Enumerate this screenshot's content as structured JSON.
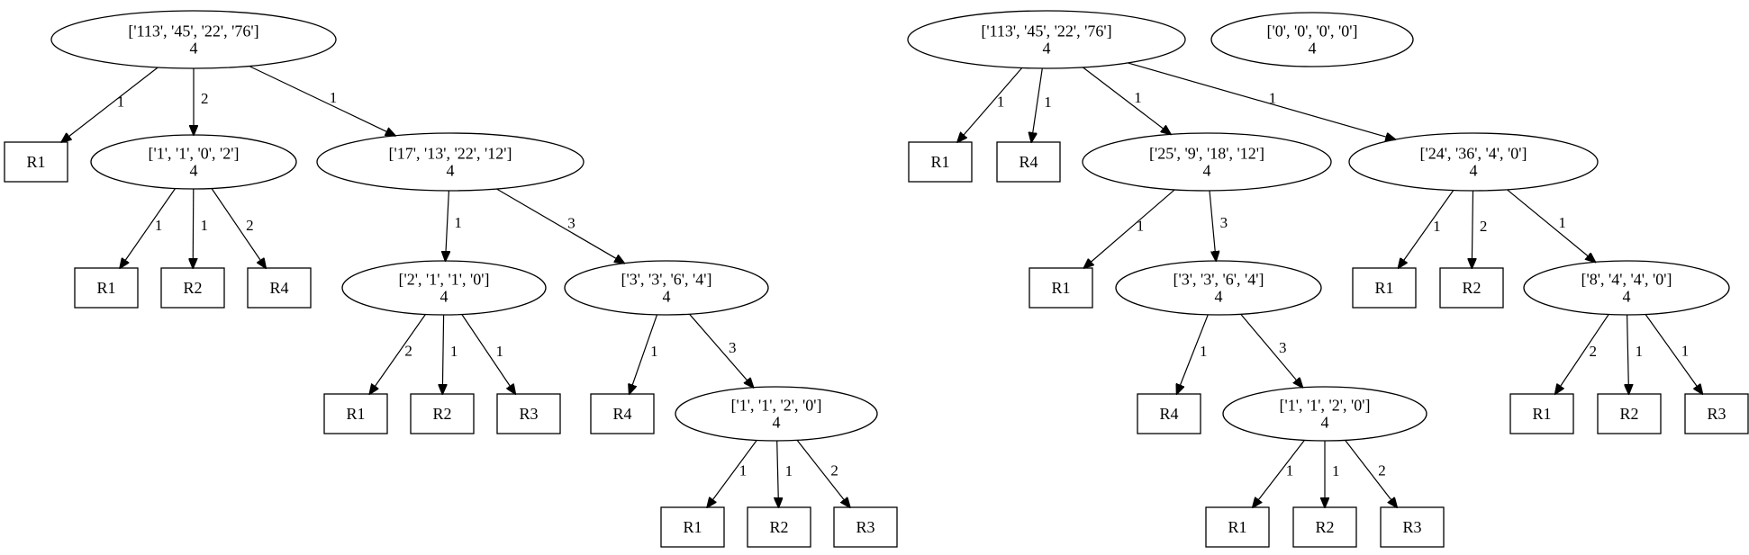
{
  "trees": [
    {
      "nodes": [
        {
          "id": "a",
          "kind": "ellipse",
          "lines": [
            "['113', '45', '22', '76']",
            "4"
          ]
        },
        {
          "id": "a_r1",
          "kind": "box",
          "lines": [
            "R1"
          ]
        },
        {
          "id": "b",
          "kind": "ellipse",
          "lines": [
            "['1', '1', '0', '2']",
            "4"
          ]
        },
        {
          "id": "c",
          "kind": "ellipse",
          "lines": [
            "['17', '13', '22', '12']",
            "4"
          ]
        },
        {
          "id": "b_r1",
          "kind": "box",
          "lines": [
            "R1"
          ]
        },
        {
          "id": "b_r2",
          "kind": "box",
          "lines": [
            "R2"
          ]
        },
        {
          "id": "b_r4",
          "kind": "box",
          "lines": [
            "R4"
          ]
        },
        {
          "id": "d",
          "kind": "ellipse",
          "lines": [
            "['2', '1', '1', '0']",
            "4"
          ]
        },
        {
          "id": "e",
          "kind": "ellipse",
          "lines": [
            "['3', '3', '6', '4']",
            "4"
          ]
        },
        {
          "id": "d_r1",
          "kind": "box",
          "lines": [
            "R1"
          ]
        },
        {
          "id": "d_r2",
          "kind": "box",
          "lines": [
            "R2"
          ]
        },
        {
          "id": "d_r3",
          "kind": "box",
          "lines": [
            "R3"
          ]
        },
        {
          "id": "e_r4",
          "kind": "box",
          "lines": [
            "R4"
          ]
        },
        {
          "id": "f",
          "kind": "ellipse",
          "lines": [
            "['1', '1', '2', '0']",
            "4"
          ]
        },
        {
          "id": "f_r1",
          "kind": "box",
          "lines": [
            "R1"
          ]
        },
        {
          "id": "f_r2",
          "kind": "box",
          "lines": [
            "R2"
          ]
        },
        {
          "id": "f_r3",
          "kind": "box",
          "lines": [
            "R3"
          ]
        }
      ],
      "edges": [
        {
          "from": "a",
          "to": "a_r1",
          "label": "1"
        },
        {
          "from": "a",
          "to": "b",
          "label": "2"
        },
        {
          "from": "a",
          "to": "c",
          "label": "1"
        },
        {
          "from": "b",
          "to": "b_r1",
          "label": "1"
        },
        {
          "from": "b",
          "to": "b_r2",
          "label": "1"
        },
        {
          "from": "b",
          "to": "b_r4",
          "label": "2"
        },
        {
          "from": "c",
          "to": "d",
          "label": "1"
        },
        {
          "from": "c",
          "to": "e",
          "label": "3"
        },
        {
          "from": "d",
          "to": "d_r1",
          "label": "2"
        },
        {
          "from": "d",
          "to": "d_r2",
          "label": "1"
        },
        {
          "from": "d",
          "to": "d_r3",
          "label": "1"
        },
        {
          "from": "e",
          "to": "e_r4",
          "label": "1"
        },
        {
          "from": "e",
          "to": "f",
          "label": "3"
        },
        {
          "from": "f",
          "to": "f_r1",
          "label": "1"
        },
        {
          "from": "f",
          "to": "f_r2",
          "label": "1"
        },
        {
          "from": "f",
          "to": "f_r3",
          "label": "2"
        }
      ]
    },
    {
      "nodes": [
        {
          "id": "g",
          "kind": "ellipse",
          "lines": [
            "['113', '45', '22', '76']",
            "4"
          ]
        },
        {
          "id": "z",
          "kind": "ellipse",
          "lines": [
            "['0', '0', '0', '0']",
            "4"
          ]
        },
        {
          "id": "g_r1",
          "kind": "box",
          "lines": [
            "R1"
          ]
        },
        {
          "id": "g_r4",
          "kind": "box",
          "lines": [
            "R4"
          ]
        },
        {
          "id": "h",
          "kind": "ellipse",
          "lines": [
            "['25', '9', '18', '12']",
            "4"
          ]
        },
        {
          "id": "i",
          "kind": "ellipse",
          "lines": [
            "['24', '36', '4', '0']",
            "4"
          ]
        },
        {
          "id": "h_r1",
          "kind": "box",
          "lines": [
            "R1"
          ]
        },
        {
          "id": "j",
          "kind": "ellipse",
          "lines": [
            "['3', '3', '6', '4']",
            "4"
          ]
        },
        {
          "id": "i_r1",
          "kind": "box",
          "lines": [
            "R1"
          ]
        },
        {
          "id": "i_r2",
          "kind": "box",
          "lines": [
            "R2"
          ]
        },
        {
          "id": "k",
          "kind": "ellipse",
          "lines": [
            "['8', '4', '4', '0']",
            "4"
          ]
        },
        {
          "id": "j_r4",
          "kind": "box",
          "lines": [
            "R4"
          ]
        },
        {
          "id": "l",
          "kind": "ellipse",
          "lines": [
            "['1', '1', '2', '0']",
            "4"
          ]
        },
        {
          "id": "k_r1",
          "kind": "box",
          "lines": [
            "R1"
          ]
        },
        {
          "id": "k_r2",
          "kind": "box",
          "lines": [
            "R2"
          ]
        },
        {
          "id": "k_r3",
          "kind": "box",
          "lines": [
            "R3"
          ]
        },
        {
          "id": "l_r1",
          "kind": "box",
          "lines": [
            "R1"
          ]
        },
        {
          "id": "l_r2",
          "kind": "box",
          "lines": [
            "R2"
          ]
        },
        {
          "id": "l_r3",
          "kind": "box",
          "lines": [
            "R3"
          ]
        }
      ],
      "edges": [
        {
          "from": "g",
          "to": "g_r1",
          "label": "1"
        },
        {
          "from": "g",
          "to": "g_r4",
          "label": "1"
        },
        {
          "from": "g",
          "to": "h",
          "label": "1"
        },
        {
          "from": "g",
          "to": "i",
          "label": "1"
        },
        {
          "from": "h",
          "to": "h_r1",
          "label": "1"
        },
        {
          "from": "h",
          "to": "j",
          "label": "3"
        },
        {
          "from": "i",
          "to": "i_r1",
          "label": "1"
        },
        {
          "from": "i",
          "to": "i_r2",
          "label": "2"
        },
        {
          "from": "i",
          "to": "k",
          "label": "1"
        },
        {
          "from": "j",
          "to": "j_r4",
          "label": "1"
        },
        {
          "from": "j",
          "to": "l",
          "label": "3"
        },
        {
          "from": "k",
          "to": "k_r1",
          "label": "2"
        },
        {
          "from": "k",
          "to": "k_r2",
          "label": "1"
        },
        {
          "from": "k",
          "to": "k_r3",
          "label": "1"
        },
        {
          "from": "l",
          "to": "l_r1",
          "label": "1"
        },
        {
          "from": "l",
          "to": "l_r2",
          "label": "1"
        },
        {
          "from": "l",
          "to": "l_r3",
          "label": "2"
        }
      ]
    }
  ]
}
